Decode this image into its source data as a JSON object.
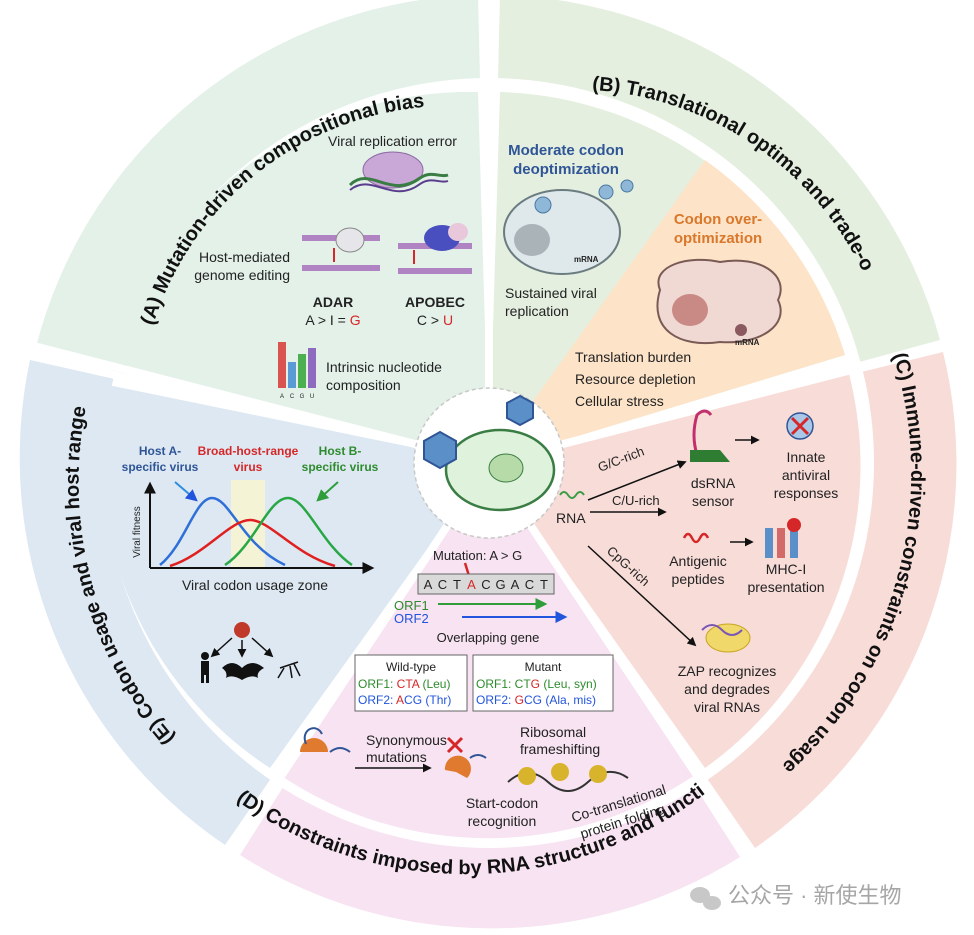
{
  "sections": {
    "a": {
      "title": "(A) Mutation-driven compositional biases",
      "replication_error": "Viral replication error",
      "host_editing": [
        "Host-mediated",
        "genome editing"
      ],
      "adar": {
        "name": "ADAR",
        "change_base": "A > I = ",
        "change_red": "G"
      },
      "apobec": {
        "name": "APOBEC",
        "change_base": "C > ",
        "change_red": "U"
      },
      "intrinsic": [
        "Intrinsic nucleotide",
        "composition"
      ],
      "bar_labels": [
        "A",
        "C",
        "G",
        "U"
      ],
      "bar_colors": [
        "#d9534f",
        "#5b9bd5",
        "#4caf50",
        "#8e6bbf"
      ]
    },
    "b": {
      "title": "(B) Translational optima and trade-offs",
      "moderate": [
        "Moderate codon",
        "deoptimization"
      ],
      "sustained": [
        "Sustained viral",
        "replication"
      ],
      "over": [
        "Codon over-",
        "optimization"
      ],
      "mrna": "mRNA",
      "burdens": [
        "Translation burden",
        "Resource depletion",
        "Cellular stress"
      ]
    },
    "c": {
      "title": "(C) Immune-driven constraints on codon usage",
      "rna": "RNA",
      "gc": "G/C-rich",
      "cu": "C/U-rich",
      "cpg": "CpG-rich",
      "dsrna": [
        "dsRNA",
        "sensor"
      ],
      "innate": [
        "Innate",
        "antiviral",
        "responses"
      ],
      "antigenic": [
        "Antigenic",
        "peptides"
      ],
      "mhc": [
        "MHC-I",
        "presentation"
      ],
      "zap": [
        "ZAP recognizes",
        "and degrades",
        "viral RNAs"
      ]
    },
    "d": {
      "title": "(D) Constraints imposed by RNA structure and function",
      "mutation": "Mutation: A > G",
      "sequence": [
        "A",
        "C",
        "T",
        "A",
        "C",
        "G",
        "A",
        "C",
        "T"
      ],
      "orf1": "ORF1",
      "orf2": "ORF2",
      "overlapping": "Overlapping gene",
      "wild_type": {
        "title": "Wild-type",
        "orf1_prefix": "ORF1: ",
        "orf1_red": "CTA",
        "orf1_rest": " (Leu)",
        "orf2_prefix": "ORF2: ",
        "orf2_red": "A",
        "orf2_rest": "CG (Thr)"
      },
      "mutant": {
        "title": "Mutant",
        "orf1_prefix": "ORF1: CT",
        "orf1_red": "G",
        "orf1_rest": " (Leu, syn)",
        "orf2_prefix": "ORF2: ",
        "orf2_red": "G",
        "orf2_rest": "CG (Ala, mis)"
      },
      "synonymous": [
        "Synonymous",
        "mutations"
      ],
      "frameshift": [
        "Ribosomal",
        "frameshifting"
      ],
      "start_codon": [
        "Start-codon",
        "recognition"
      ],
      "folding": [
        "Co-translational",
        "protein folding"
      ]
    },
    "e": {
      "title": "(E) Codon usage and viral host range",
      "host_a": [
        "Host A-",
        "specific virus"
      ],
      "broad": [
        "Broad-host-range",
        "virus"
      ],
      "host_b": [
        "Host B-",
        "specific virus"
      ],
      "y_axis": "Viral fitness",
      "x_axis": "Viral codon usage zone"
    }
  },
  "watermark": "公众号 · 新使生物",
  "colors": {
    "sector_a": "#e3f1e9",
    "sector_b": "#e4efdf",
    "sector_b_orange": "#fde3c8",
    "sector_c": "#f8dcd8",
    "sector_d": "#f7e3f1",
    "sector_e": "#dde8f2",
    "blue_text": "#2f5597",
    "orange_text": "#d9782b",
    "red_text": "#d62728",
    "green_text": "#2e8b2e"
  }
}
